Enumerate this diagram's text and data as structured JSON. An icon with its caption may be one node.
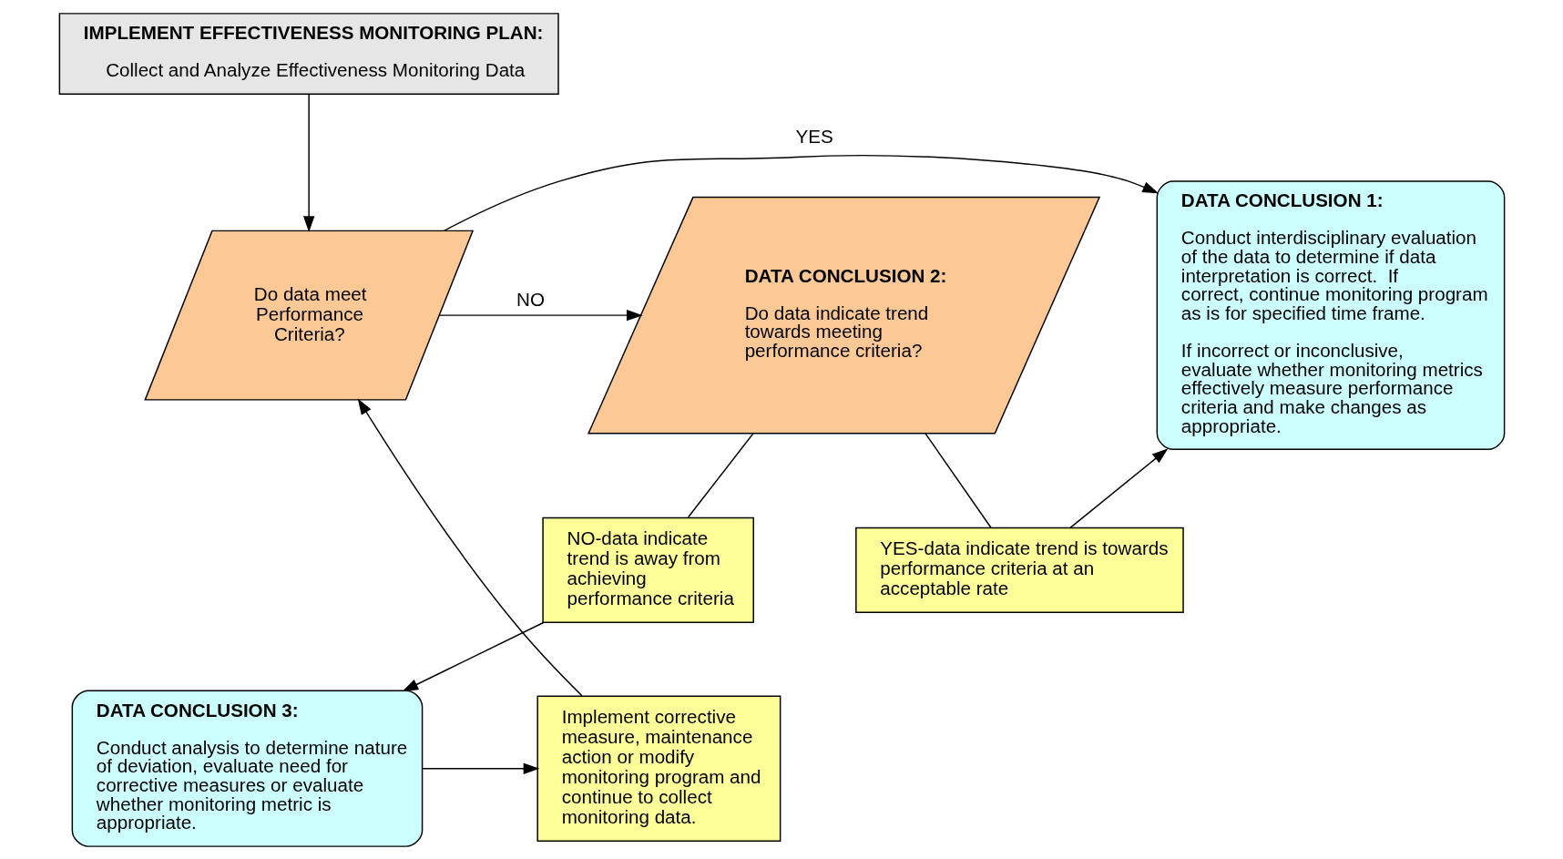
{
  "diagram": {
    "nodes": [
      {
        "text": [
          "IMPLEMENT EFFECTIVENESS MONITORING PLAN:",
          "Collect and Analyze Effectiveness Monitoring Data"
        ]
      },
      {
        "text": [
          "Do data meet Performance Criteria?"
        ]
      },
      {
        "text": [
          "DATA CONCLUSION 2:",
          "Do data indicate trend towards meeting performance criteria?"
        ]
      },
      {
        "text": [
          "DATA CONCLUSION 1:",
          "Conduct interdisciplinary evaluation of the data to determine if data interpretation is correct.  If correct, continue monitoring program as is for specified time frame.",
          "If incorrect or inconclusive, evaluate whether monitoring metrics effectively measure performance criteria and make changes as appropriate."
        ]
      },
      {
        "text": [
          "YES-data indicate trend is towards performance criteria at an acceptable rate"
        ]
      },
      {
        "text": [
          "NO-data indicate trend is away from achieving performance criteria"
        ]
      },
      {
        "text": [
          "Implement corrective measure, maintenance action or modify monitoring program and continue to collect monitoring data."
        ]
      },
      {
        "text": [
          "DATA CONCLUSION 3:",
          "Conduct analysis to determine nature of deviation, evaluate need for corrective measures or evaluate whether monitoring metric is appropriate."
        ]
      }
    ],
    "edges": [
      {
        "from": 0,
        "to": 1,
        "arrow": "to"
      },
      {
        "from": 1,
        "to": 2,
        "arrow": "to",
        "label": "NO"
      },
      {
        "from": 1,
        "to": 3,
        "arrow": "to",
        "label": "YES"
      },
      {
        "from": 2,
        "to": 4,
        "arrow": "none"
      },
      {
        "from": 4,
        "to": 3,
        "arrow": "to"
      },
      {
        "from": 2,
        "to": 5,
        "arrow": "none"
      },
      {
        "from": 5,
        "to": 7,
        "arrow": "to"
      },
      {
        "from": 7,
        "to": 6,
        "arrow": "to"
      },
      {
        "from": 6,
        "to": 1,
        "arrow": "to"
      }
    ]
  }
}
